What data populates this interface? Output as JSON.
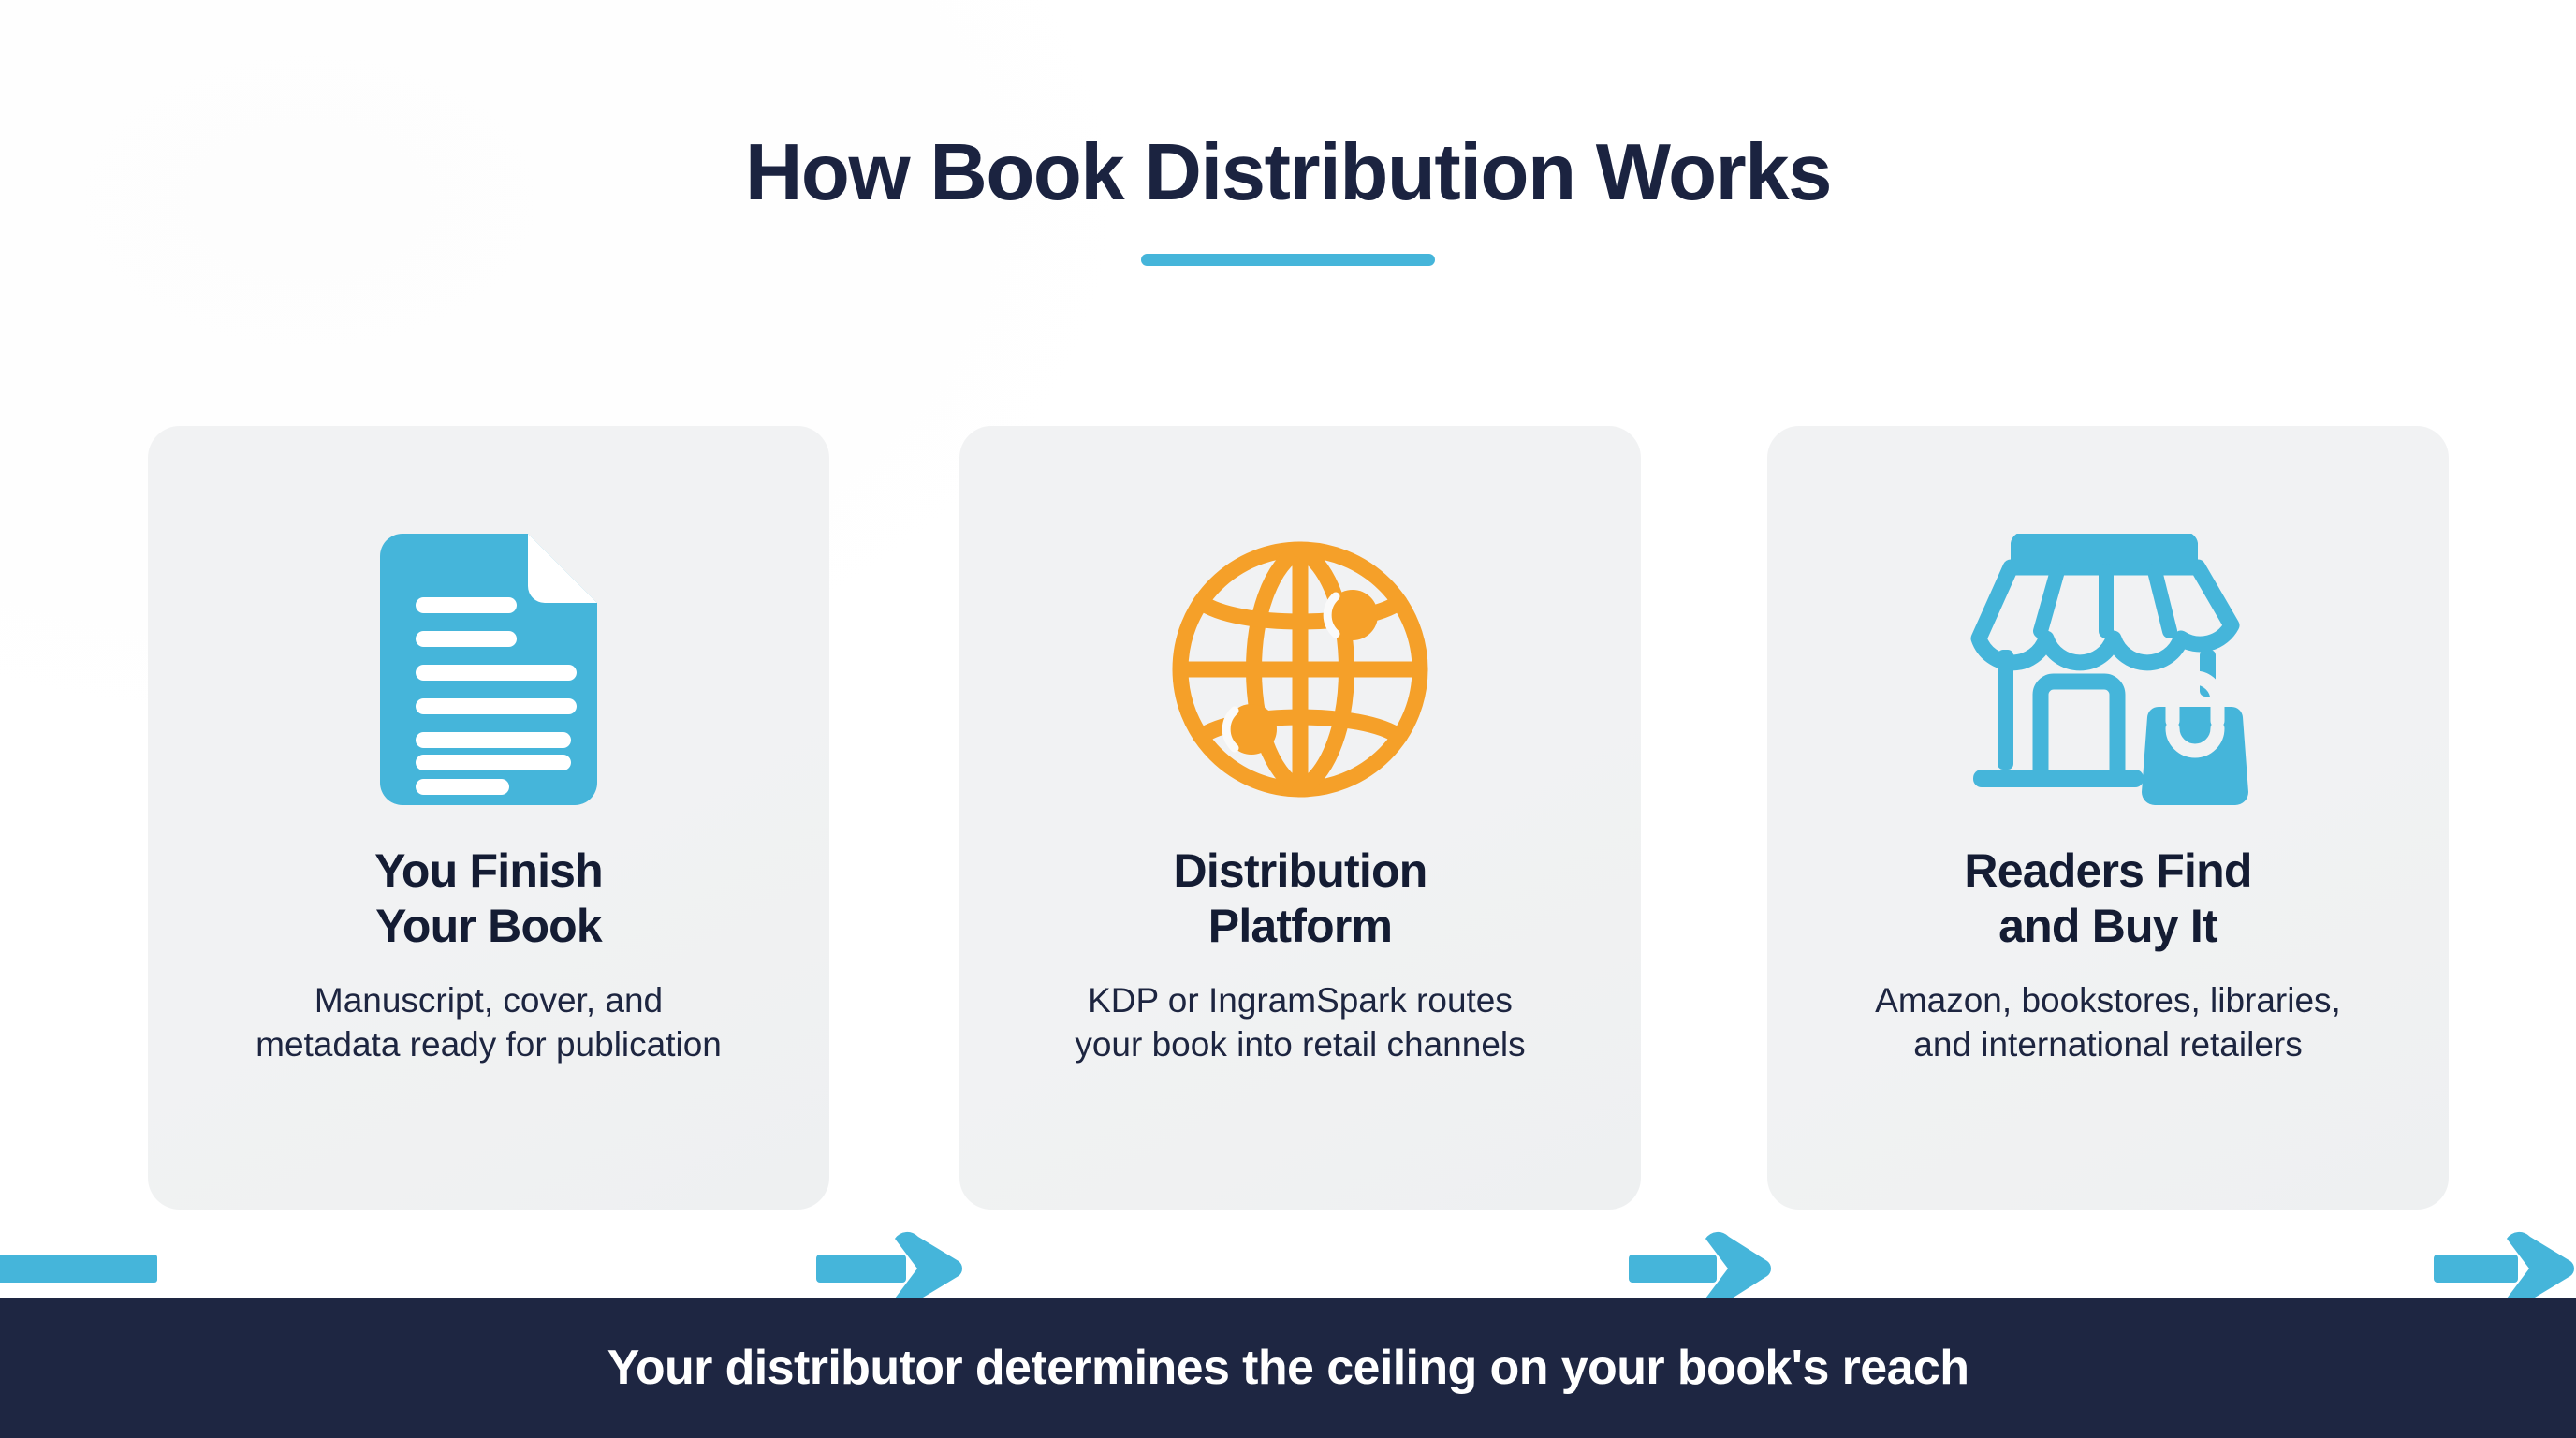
{
  "header": {
    "title": "How Book Distribution Works",
    "accent_color": "#45b5da"
  },
  "steps": [
    {
      "icon": "document-lines-icon",
      "icon_color": "#45b5da",
      "title": "You Finish\nYour Book",
      "description": "Manuscript, cover, and\nmetadata ready for publication"
    },
    {
      "icon": "globe-network-icon",
      "icon_color": "#f5a029",
      "title": "Distribution\nPlatform",
      "description": "KDP or IngramSpark routes\nyour book into retail channels"
    },
    {
      "icon": "storefront-shopping-bag-icon",
      "icon_color": "#45b5da",
      "title": "Readers Find\nand Buy It",
      "description": "Amazon, bookstores, libraries,\nand international retailers"
    }
  ],
  "connectors": {
    "arrow_color": "#45b5da",
    "count": 4
  },
  "footer": {
    "text": "Your distributor determines the ceiling on your book's reach",
    "background_color": "#1e2642",
    "text_color": "#ffffff"
  },
  "theme": {
    "page_background": "#ffffff",
    "card_background": "#f1f2f3",
    "title_color": "#1b2340",
    "body_text_color": "#1d2540"
  }
}
